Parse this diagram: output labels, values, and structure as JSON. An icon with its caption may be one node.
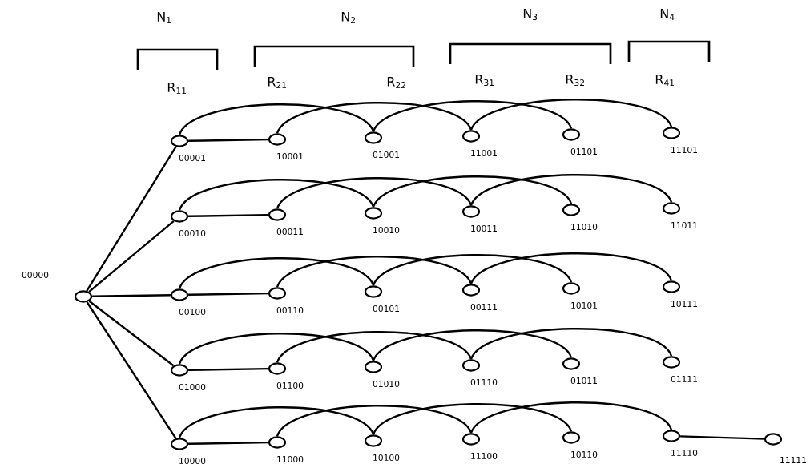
{
  "diagram": {
    "nodes": [
      {
        "text": [],
        "shape": "circle",
        "beside": [
          "00000"
        ]
      },
      {
        "text": [],
        "shape": "circle",
        "beside": [
          "00001"
        ]
      },
      {
        "text": [],
        "shape": "circle",
        "beside": [
          "10001"
        ]
      },
      {
        "text": [],
        "shape": "circle",
        "beside": [
          "01001"
        ]
      },
      {
        "text": [],
        "shape": "circle",
        "beside": [
          "11001"
        ]
      },
      {
        "text": [],
        "shape": "circle",
        "beside": [
          "01101"
        ]
      },
      {
        "text": [],
        "shape": "circle",
        "beside": [
          "11101"
        ]
      },
      {
        "text": [],
        "shape": "circle",
        "beside": [
          "00010"
        ]
      },
      {
        "text": [],
        "shape": "circle",
        "beside": [
          "00011"
        ]
      },
      {
        "text": [],
        "shape": "circle",
        "beside": [
          "10010"
        ]
      },
      {
        "text": [],
        "shape": "circle",
        "beside": [
          "10011"
        ]
      },
      {
        "text": [],
        "shape": "circle",
        "beside": [
          "11010"
        ]
      },
      {
        "text": [],
        "shape": "circle",
        "beside": [
          "11011"
        ]
      },
      {
        "text": [],
        "shape": "circle",
        "beside": [
          "00100"
        ]
      },
      {
        "text": [],
        "shape": "circle",
        "beside": [
          "00110"
        ]
      },
      {
        "text": [],
        "shape": "circle",
        "beside": [
          "00101"
        ]
      },
      {
        "text": [],
        "shape": "circle",
        "beside": [
          "00111"
        ]
      },
      {
        "text": [],
        "shape": "circle",
        "beside": [
          "10101"
        ]
      },
      {
        "text": [],
        "shape": "circle",
        "beside": [
          "10111"
        ]
      },
      {
        "text": [],
        "shape": "circle",
        "beside": [
          "01000"
        ]
      },
      {
        "text": [],
        "shape": "circle",
        "beside": [
          "01100"
        ]
      },
      {
        "text": [],
        "shape": "circle",
        "beside": [
          "01010"
        ]
      },
      {
        "text": [],
        "shape": "circle",
        "beside": [
          "01110"
        ]
      },
      {
        "text": [],
        "shape": "circle",
        "beside": [
          "01011"
        ]
      },
      {
        "text": [],
        "shape": "circle",
        "beside": [
          "01111"
        ]
      },
      {
        "text": [],
        "shape": "circle",
        "beside": [
          "10000"
        ]
      },
      {
        "text": [],
        "shape": "circle",
        "beside": [
          "11000"
        ]
      },
      {
        "text": [],
        "shape": "circle",
        "beside": [
          "10100"
        ]
      },
      {
        "text": [],
        "shape": "circle",
        "beside": [
          "11100"
        ]
      },
      {
        "text": [],
        "shape": "circle",
        "beside": [
          "10110"
        ]
      },
      {
        "text": [],
        "shape": "circle",
        "beside": [
          "11110"
        ]
      },
      {
        "text": [],
        "shape": "circle",
        "beside": [
          "11111"
        ]
      }
    ],
    "edges": [
      {
        "from": 0,
        "to": 1,
        "arrow": "none"
      },
      {
        "from": 0,
        "to": 7,
        "arrow": "none"
      },
      {
        "from": 0,
        "to": 13,
        "arrow": "none"
      },
      {
        "from": 0,
        "to": 19,
        "arrow": "none"
      },
      {
        "from": 0,
        "to": 25,
        "arrow": "none"
      },
      {
        "from": 1,
        "to": 2,
        "arrow": "none"
      },
      {
        "from": 1,
        "to": 3,
        "arrow": "none"
      },
      {
        "from": 2,
        "to": 4,
        "arrow": "none"
      },
      {
        "from": 3,
        "to": 5,
        "arrow": "none"
      },
      {
        "from": 4,
        "to": 6,
        "arrow": "none"
      },
      {
        "from": 7,
        "to": 8,
        "arrow": "none"
      },
      {
        "from": 7,
        "to": 9,
        "arrow": "none"
      },
      {
        "from": 8,
        "to": 10,
        "arrow": "none"
      },
      {
        "from": 9,
        "to": 11,
        "arrow": "none"
      },
      {
        "from": 10,
        "to": 12,
        "arrow": "none"
      },
      {
        "from": 13,
        "to": 14,
        "arrow": "none"
      },
      {
        "from": 13,
        "to": 15,
        "arrow": "none"
      },
      {
        "from": 14,
        "to": 16,
        "arrow": "none"
      },
      {
        "from": 15,
        "to": 17,
        "arrow": "none"
      },
      {
        "from": 16,
        "to": 18,
        "arrow": "none"
      },
      {
        "from": 19,
        "to": 20,
        "arrow": "none"
      },
      {
        "from": 19,
        "to": 21,
        "arrow": "none"
      },
      {
        "from": 20,
        "to": 22,
        "arrow": "none"
      },
      {
        "from": 21,
        "to": 23,
        "arrow": "none"
      },
      {
        "from": 22,
        "to": 24,
        "arrow": "none"
      },
      {
        "from": 25,
        "to": 26,
        "arrow": "none"
      },
      {
        "from": 25,
        "to": 27,
        "arrow": "none"
      },
      {
        "from": 26,
        "to": 28,
        "arrow": "none"
      },
      {
        "from": 27,
        "to": 29,
        "arrow": "none"
      },
      {
        "from": 28,
        "to": 30,
        "arrow": "none"
      },
      {
        "from": 30,
        "to": 31,
        "arrow": "none"
      }
    ],
    "labels": [
      "N$_{1}$",
      "N$_{2}$",
      "N$_{3}$",
      "N$_{4}$",
      "R$_{11}$",
      "R$_{21}$",
      "R$_{22}$",
      "R$_{31}$",
      "R$_{32}$",
      "R$_{41}$"
    ]
  }
}
